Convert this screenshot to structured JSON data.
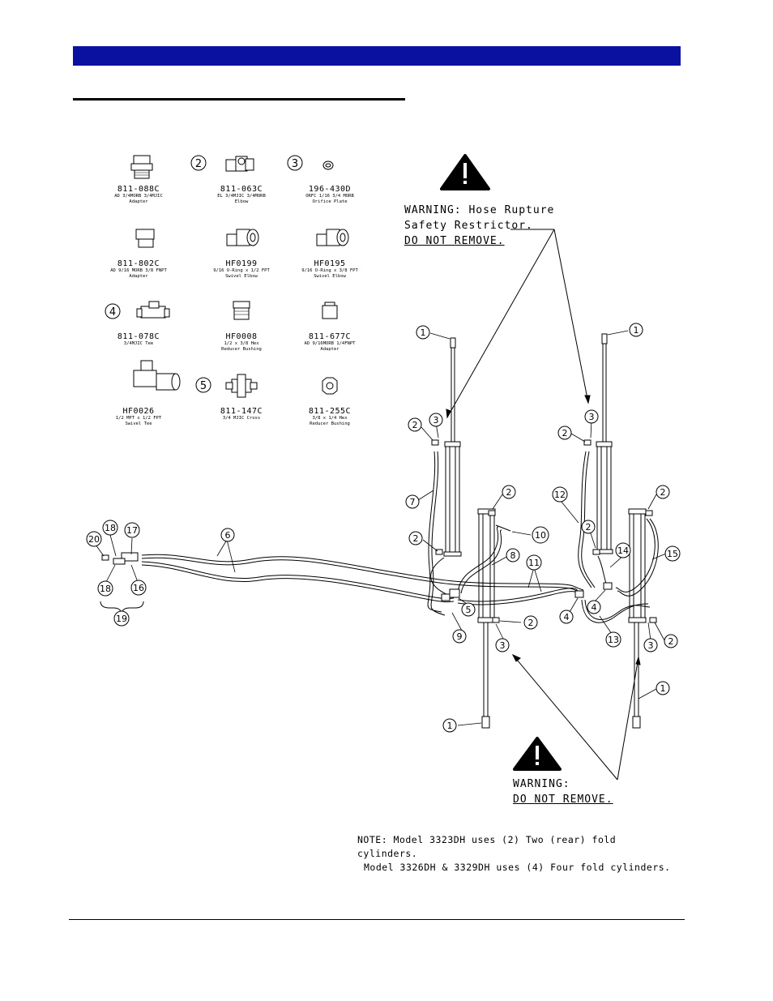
{
  "parts": [
    {
      "key": "p1",
      "number": "811-088C",
      "desc1": "AD 3/4MORB 3/4MJIC",
      "desc2": "Adapter"
    },
    {
      "key": "p2",
      "number": "811-063C",
      "desc1": "EL 3/4MJIC 3/4MORB",
      "desc2": "Elbow",
      "callout": "2"
    },
    {
      "key": "p3",
      "number": "196-430D",
      "desc1": "ORFC 1/16 3/4 MORB",
      "desc2": "Orifice Plate",
      "callout": "3"
    },
    {
      "key": "p4",
      "number": "811-802C",
      "desc1": "AD 9/16 MORB 3/8 FNPT",
      "desc2": "Adapter"
    },
    {
      "key": "p5",
      "number": "HF0199",
      "desc1": "9/16 O-Ring x 1/2 FPT",
      "desc2": "Swivel Elbow"
    },
    {
      "key": "p6",
      "number": "HF0195",
      "desc1": "9/16 O-Ring x 3/8 FPT",
      "desc2": "Swivel Elbow"
    },
    {
      "key": "p7",
      "number": "811-078C",
      "desc1": "3/4MJIC Tee",
      "desc2": "",
      "callout": "4"
    },
    {
      "key": "p8",
      "number": "HF0008",
      "desc1": "1/2 x 3/8 Hex",
      "desc2": "Reducer Bushing"
    },
    {
      "key": "p9",
      "number": "811-677C",
      "desc1": "AD 9/16MORB 1/4FNPT",
      "desc2": "Adapter"
    },
    {
      "key": "p10",
      "number": "HF0026",
      "desc1": "1/2 MPT x 1/2 FPT",
      "desc2": "Swivel Tee"
    },
    {
      "key": "p11",
      "number": "811-147C",
      "desc1": "3/4 MJIC Cross",
      "desc2": "",
      "callout": "5"
    },
    {
      "key": "p12",
      "number": "811-255C",
      "desc1": "3/8 x 1/4 Hex",
      "desc2": "Reducer Bushing"
    }
  ],
  "warning_top": {
    "line1": "WARNING: Hose Rupture",
    "line2": "Safety Restrictor.",
    "line3": "DO NOT REMOVE."
  },
  "warning_bottom": {
    "line1": "WARNING:",
    "line2": "DO NOT REMOVE."
  },
  "note": {
    "line1": "NOTE:  Model 3323DH uses (2) Two (rear) fold cylinders.",
    "line2": "Model 3326DH & 3329DH uses (4) Four fold cylinders."
  },
  "callouts": {
    "c1a": "1",
    "c1b": "1",
    "c1c": "1",
    "c1d": "1",
    "c2a": "2",
    "c2b": "2",
    "c2c": "2",
    "c2d": "2",
    "c2e": "2",
    "c2f": "2",
    "c2g": "2",
    "c2h": "2",
    "c3a": "3",
    "c3b": "3",
    "c3c": "3",
    "c3d": "3",
    "c4a": "4",
    "c4b": "4",
    "c5": "5",
    "c6": "6",
    "c7": "7",
    "c8": "8",
    "c9": "9",
    "c10": "10",
    "c11": "11",
    "c12": "12",
    "c13": "13",
    "c14": "14",
    "c15": "15",
    "c16": "16",
    "c17": "17",
    "c18a": "18",
    "c18b": "18",
    "c19": "19",
    "c20": "20"
  },
  "colors": {
    "header_bar": "#0a10a0",
    "line": "#000000"
  }
}
